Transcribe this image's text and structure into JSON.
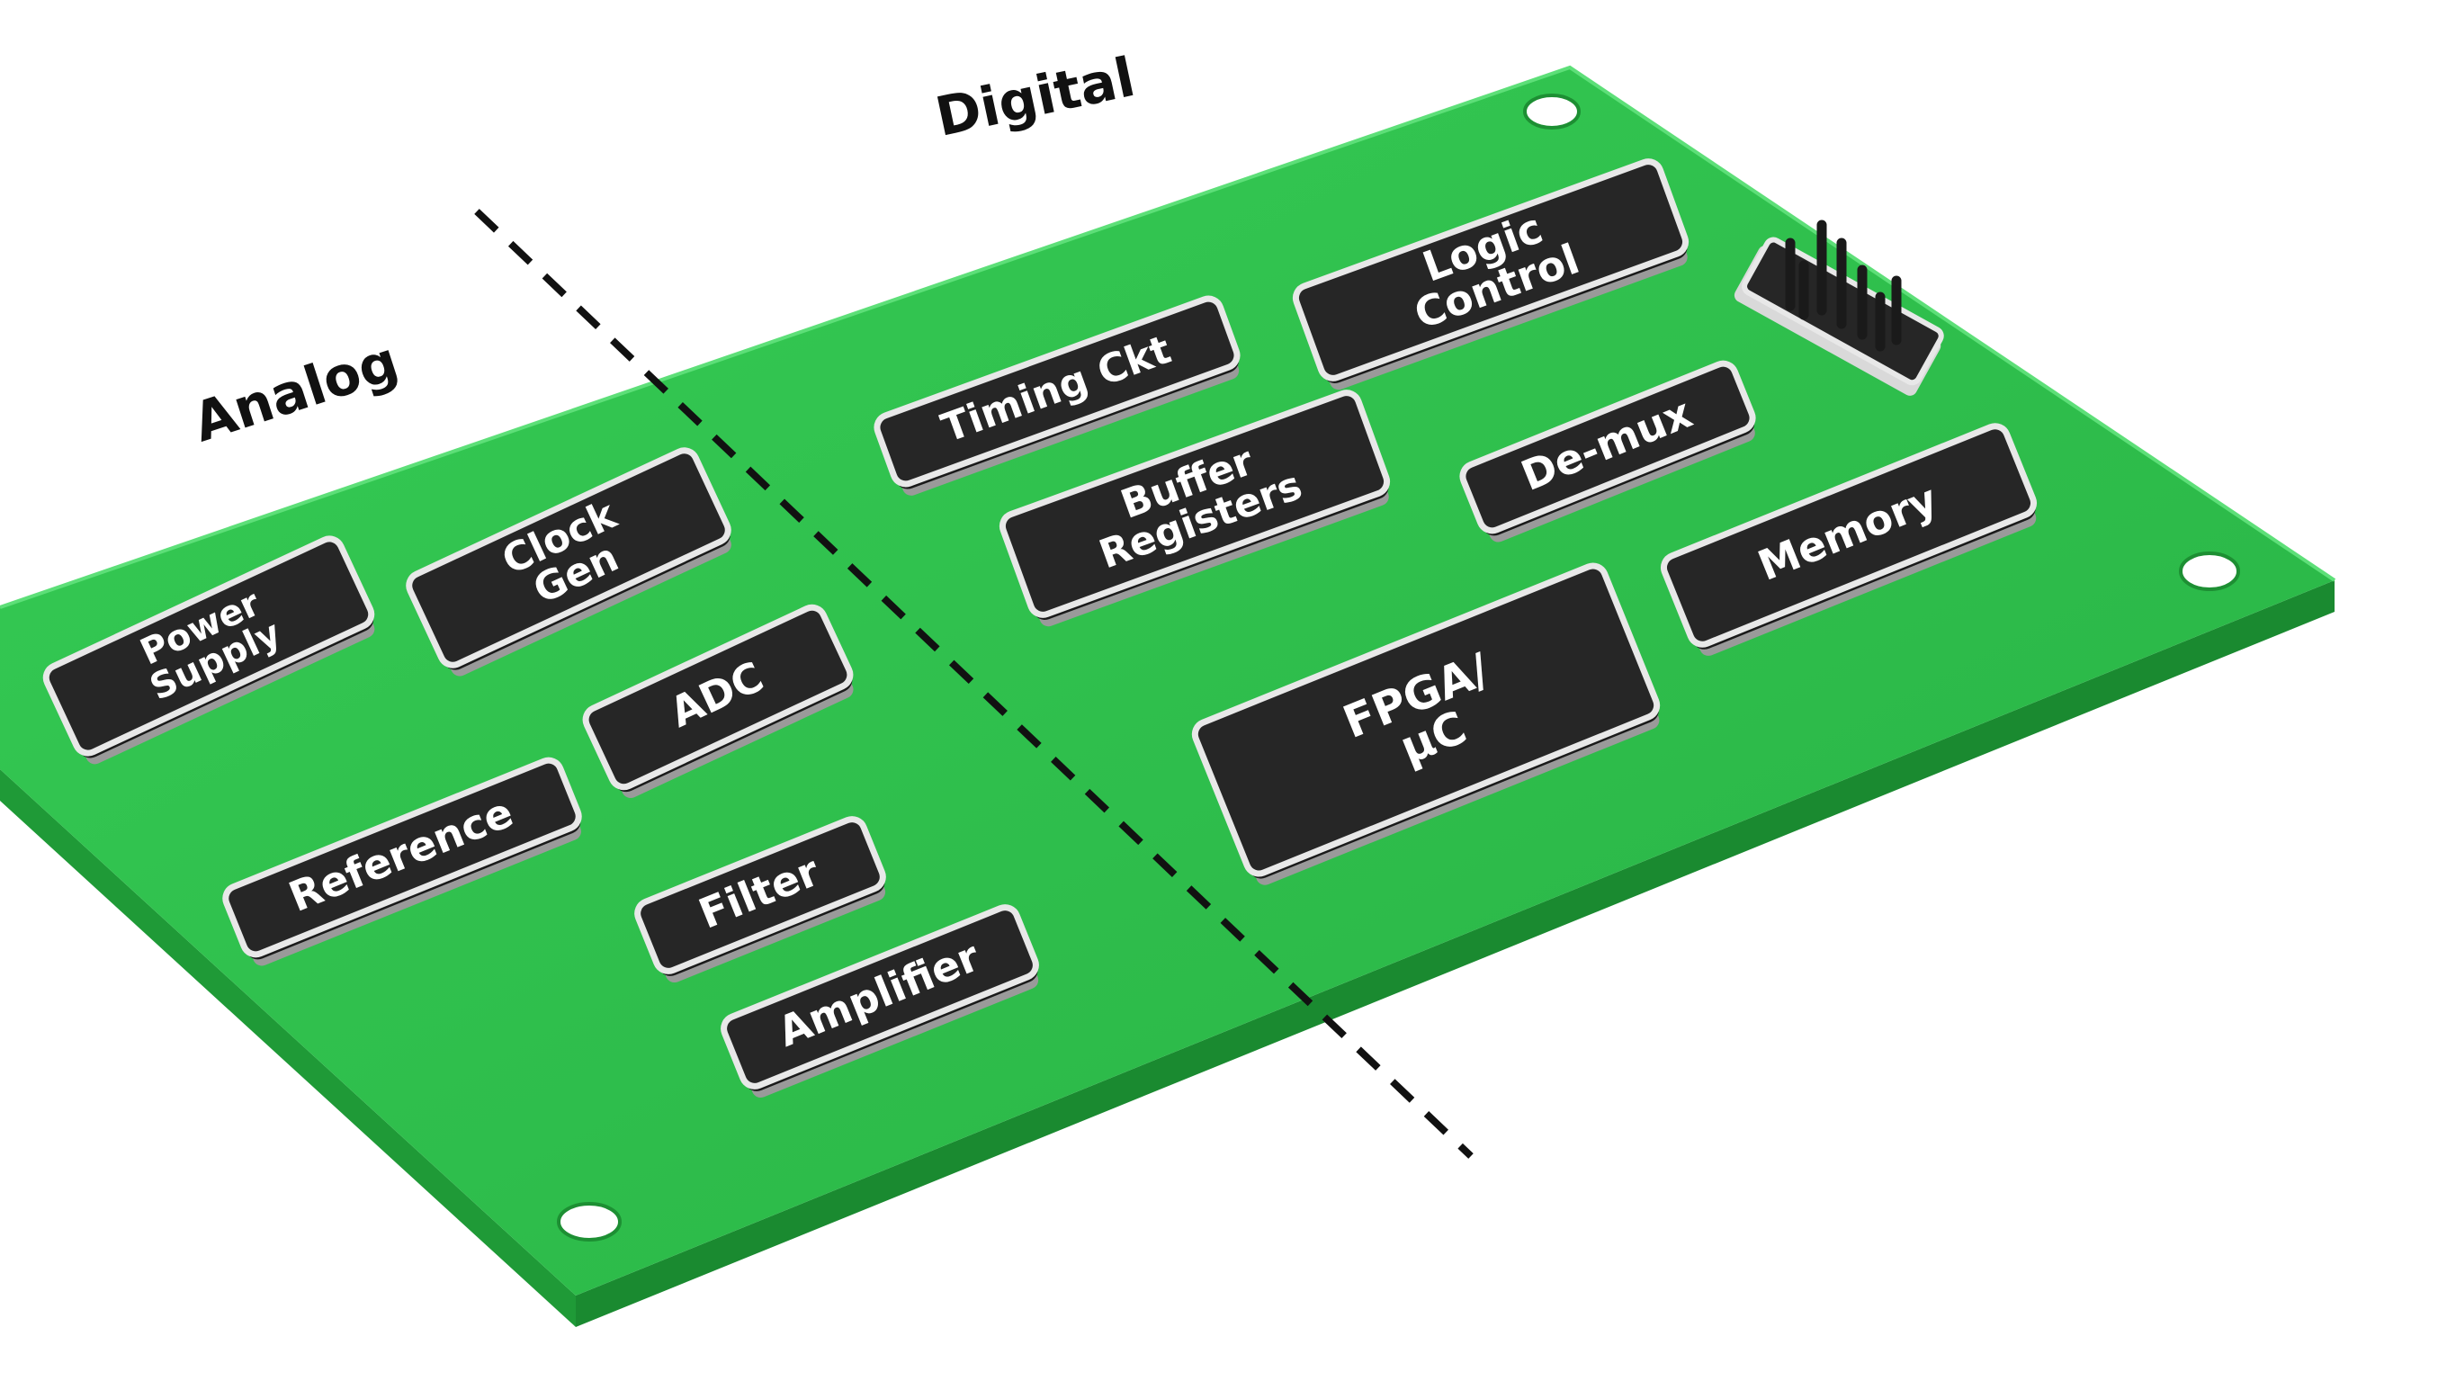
{
  "diagram": {
    "regions": {
      "analog": "Analog",
      "digital": "Digital"
    },
    "colors": {
      "board": "#2ec24c",
      "board_edge": "#1d8f33",
      "chip_body": "#262626",
      "chip_rim": "#e8e8e8",
      "chip_pins": "#9a9a9a",
      "divider": "#111111"
    },
    "components": [
      {
        "id": "power-supply",
        "lines": [
          "Power",
          "Supply"
        ]
      },
      {
        "id": "clock-gen",
        "lines": [
          "Clock",
          "Gen"
        ]
      },
      {
        "id": "adc",
        "lines": [
          "ADC"
        ]
      },
      {
        "id": "reference",
        "lines": [
          "Reference"
        ]
      },
      {
        "id": "filter",
        "lines": [
          "Filter"
        ]
      },
      {
        "id": "amplifier",
        "lines": [
          "Amplifier"
        ]
      },
      {
        "id": "timing-ckt",
        "lines": [
          "Timing Ckt"
        ]
      },
      {
        "id": "logic-control",
        "lines": [
          "Logic",
          "Control"
        ]
      },
      {
        "id": "buffer-registers",
        "lines": [
          "Buffer",
          "Registers"
        ]
      },
      {
        "id": "de-mux",
        "lines": [
          "De-mux"
        ]
      },
      {
        "id": "memory",
        "lines": [
          "Memory"
        ]
      },
      {
        "id": "fpga-uc",
        "lines": [
          "FPGA/",
          "µC"
        ]
      }
    ],
    "connector": {
      "id": "pin-header"
    }
  }
}
